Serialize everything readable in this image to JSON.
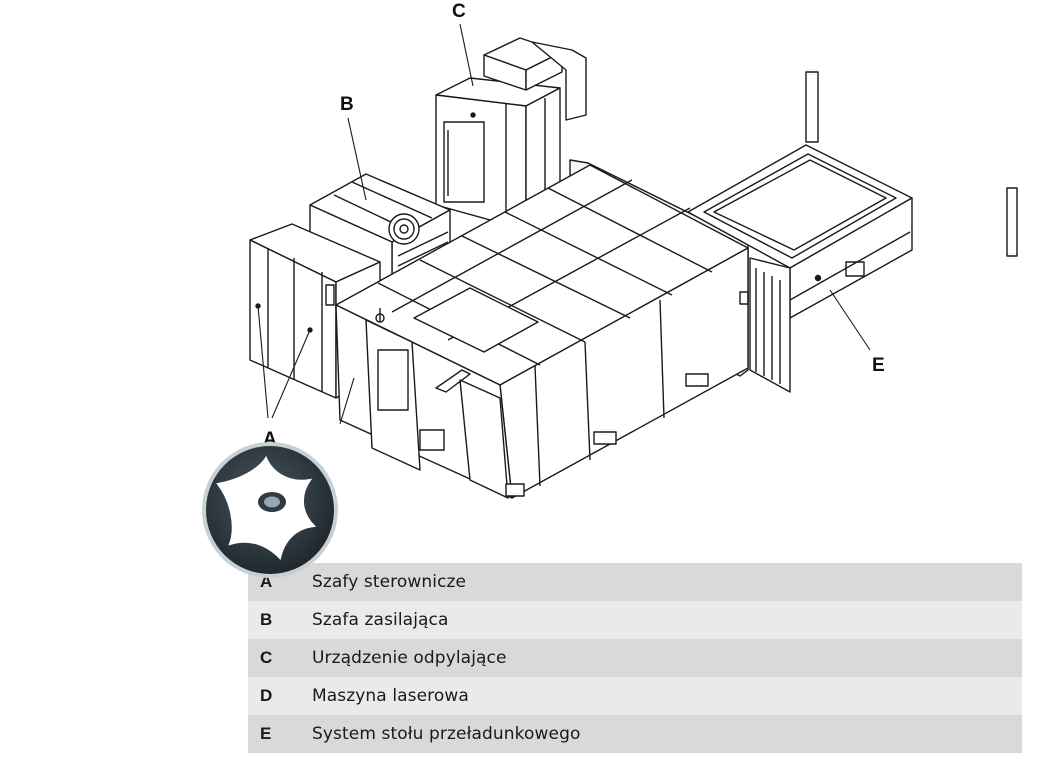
{
  "callouts": {
    "A": "A",
    "B": "B",
    "C": "C",
    "E": "E"
  },
  "legend": [
    {
      "key": "A",
      "desc": "Szafy sterownicze"
    },
    {
      "key": "B",
      "desc": "Szafa zasilająca"
    },
    {
      "key": "C",
      "desc": "Urządzenie odpylające"
    },
    {
      "key": "D",
      "desc": "Maszyna laserowa"
    },
    {
      "key": "E",
      "desc": "System stołu przeładunkowego"
    }
  ],
  "colors": {
    "line": "#1a1a1a",
    "row_dark": "#d9d9d9",
    "row_light": "#eaeaea",
    "badge_dark": "#2f3a42",
    "badge_ring": "#c9d0d4"
  },
  "icons": {
    "badge": "machine-tool-star-logo-icon"
  }
}
